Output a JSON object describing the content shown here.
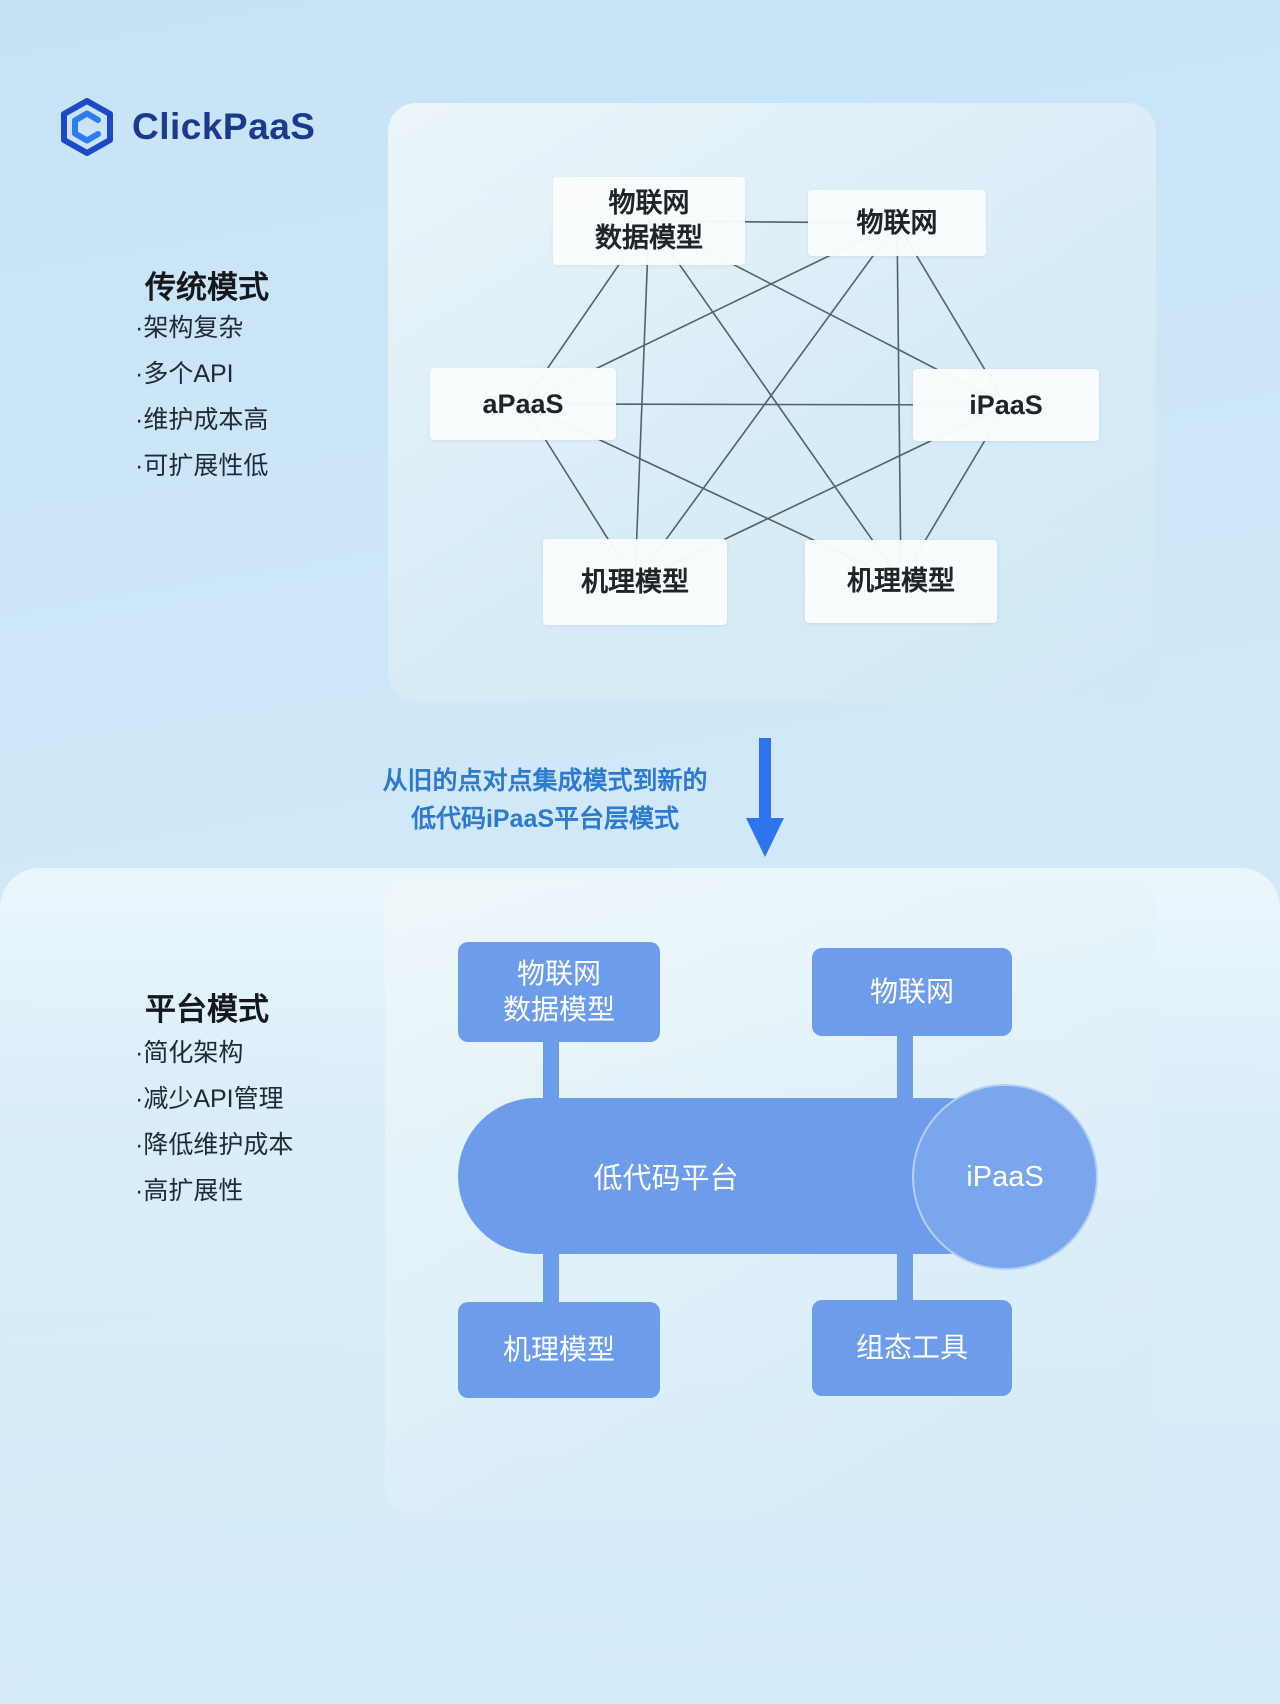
{
  "brand": {
    "name": "ClickPaaS"
  },
  "traditional": {
    "title": "传统模式",
    "bullets": [
      "·架构复杂",
      "·多个API",
      "·维护成本高",
      "·可扩展性低"
    ],
    "nodes": {
      "iot_data_model": "物联网\n数据模型",
      "iot": "物联网",
      "apaas": "aPaaS",
      "ipaas": "iPaaS",
      "mech_left": "机理模型",
      "mech_right": "机理模型"
    }
  },
  "transition": {
    "text": "从旧的点对点集成模式到新的\n低代码iPaaS平台层模式"
  },
  "platform": {
    "title": "平台模式",
    "bullets": [
      "·简化架构",
      "·减少API管理",
      "·降低维护成本",
      "·高扩展性"
    ],
    "nodes": {
      "iot_data_model": "物联网\n数据模型",
      "iot": "物联网",
      "low_code_platform": "低代码平台",
      "ipaas": "iPaaS",
      "mech": "机理模型",
      "config_tool": "组态工具"
    }
  },
  "colors": {
    "accent": "#2e7ad0",
    "arrow": "#2d74ee",
    "node_blue": "#6c9cea",
    "circle_blue": "#7aa6ee",
    "line": "#51626d",
    "brand": "#1a3a8c"
  }
}
